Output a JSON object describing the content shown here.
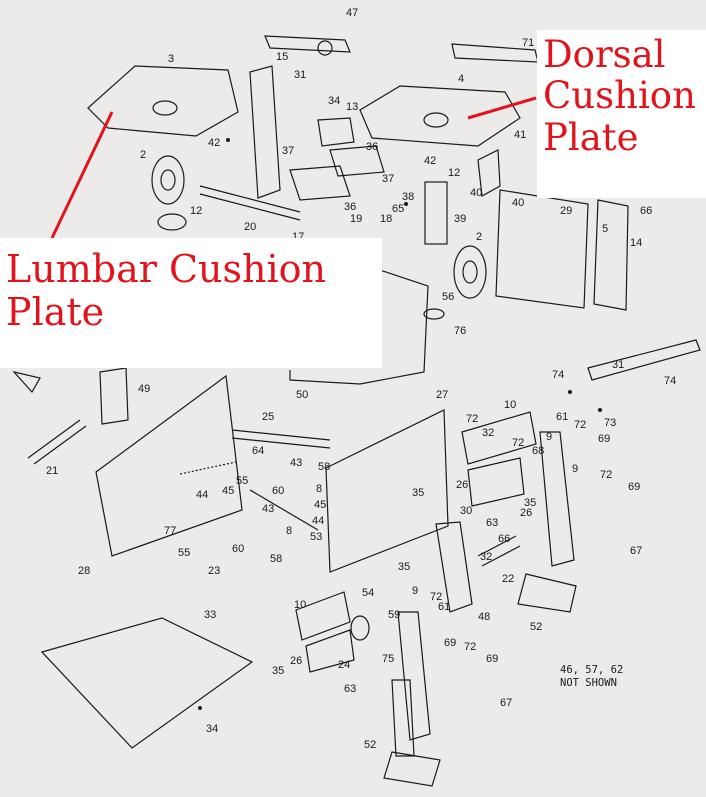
{
  "callouts": {
    "dorsal": [
      "Dorsal",
      "Cushion",
      "Plate"
    ],
    "lumbar": [
      "Lumbar Cushion",
      "Plate"
    ]
  },
  "note": [
    "46, 57, 62",
    "NOT SHOWN"
  ],
  "part_numbers": [
    "2",
    "3",
    "4",
    "5",
    "8",
    "9",
    "10",
    "12",
    "13",
    "14",
    "15",
    "17",
    "18",
    "19",
    "20",
    "21",
    "22",
    "23",
    "24",
    "25",
    "26",
    "27",
    "28",
    "29",
    "30",
    "31",
    "32",
    "33",
    "34",
    "35",
    "36",
    "37",
    "38",
    "39",
    "40",
    "41",
    "42",
    "43",
    "44",
    "45",
    "47",
    "48",
    "49",
    "50",
    "52",
    "53",
    "54",
    "55",
    "56",
    "58",
    "59",
    "60",
    "61",
    "63",
    "64",
    "65",
    "66",
    "67",
    "68",
    "69",
    "71",
    "72",
    "73",
    "74",
    "75",
    "76",
    "77"
  ],
  "colors": {
    "callout_text": "#e0141c",
    "leader_line": "#e0141c",
    "drawing_ink": "#1a1a1a",
    "paper": "#ecebe9"
  }
}
